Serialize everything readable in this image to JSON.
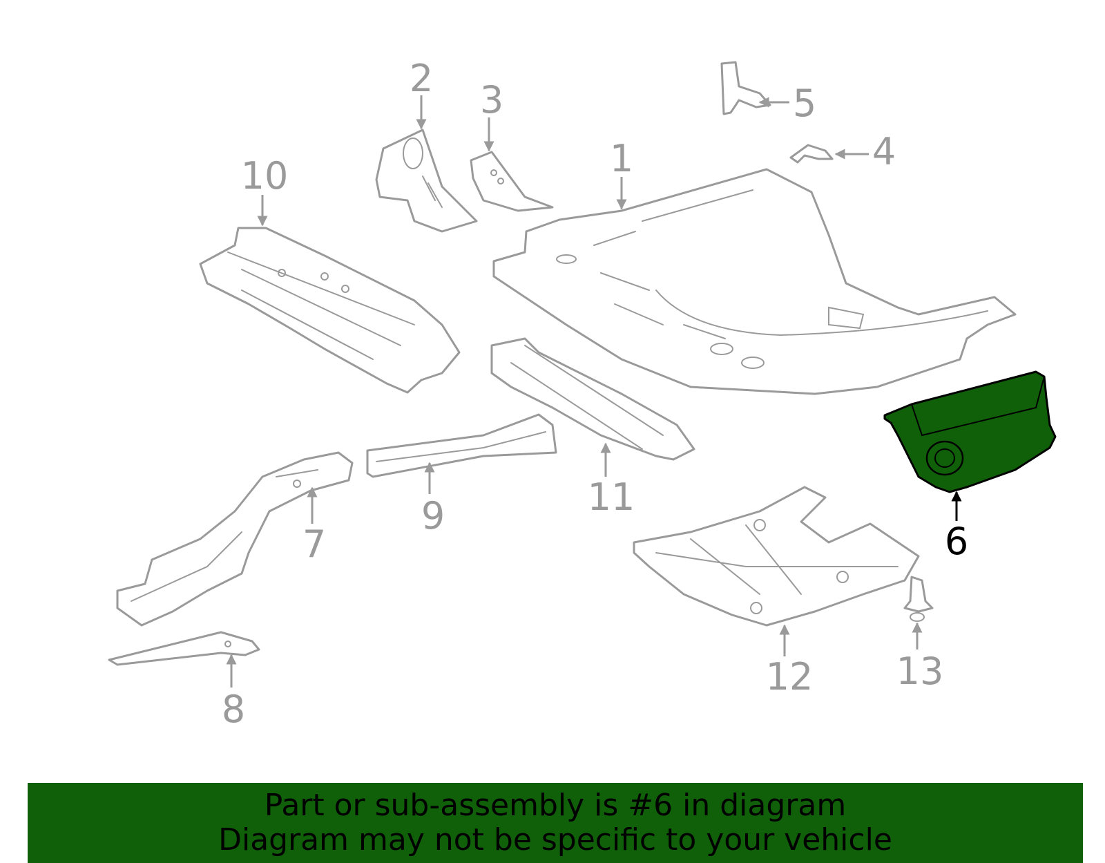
{
  "diagram": {
    "highlight_color": "#10600a",
    "callouts": {
      "c1": "1",
      "c2": "2",
      "c3": "3",
      "c4": "4",
      "c5": "5",
      "c6": "6",
      "c7": "7",
      "c8": "8",
      "c9": "9",
      "c10": "10",
      "c11": "11",
      "c12": "12",
      "c13": "13"
    }
  },
  "banner": {
    "line1": "Part or sub-assembly is #6 in diagram",
    "line2": "Diagram may not be specific to your vehicle"
  }
}
